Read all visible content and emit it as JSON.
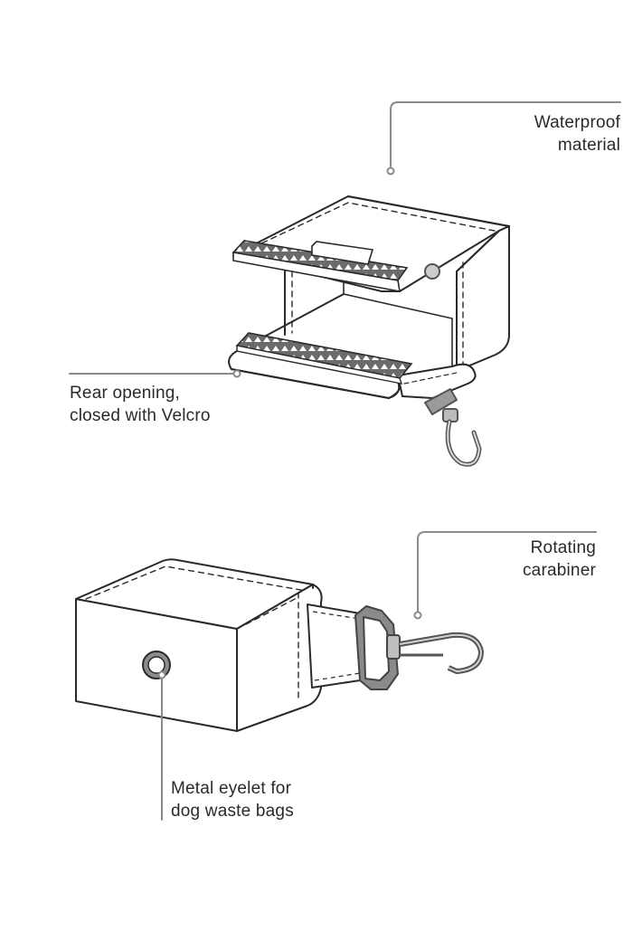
{
  "callouts": [
    {
      "lines": [
        "Waterproof",
        "material"
      ]
    },
    {
      "lines": [
        "Rear opening,",
        "closed with Velcro"
      ]
    },
    {
      "lines": [
        "Rotating",
        "carabiner"
      ]
    },
    {
      "lines": [
        "Metal eyelet for",
        "dog waste bags"
      ]
    }
  ],
  "colors": {
    "ink": "#2a2a2a",
    "leader": "#8a8a8a",
    "velcro": "#6b6b6b",
    "carabiner": "#777777",
    "background": "#ffffff"
  }
}
